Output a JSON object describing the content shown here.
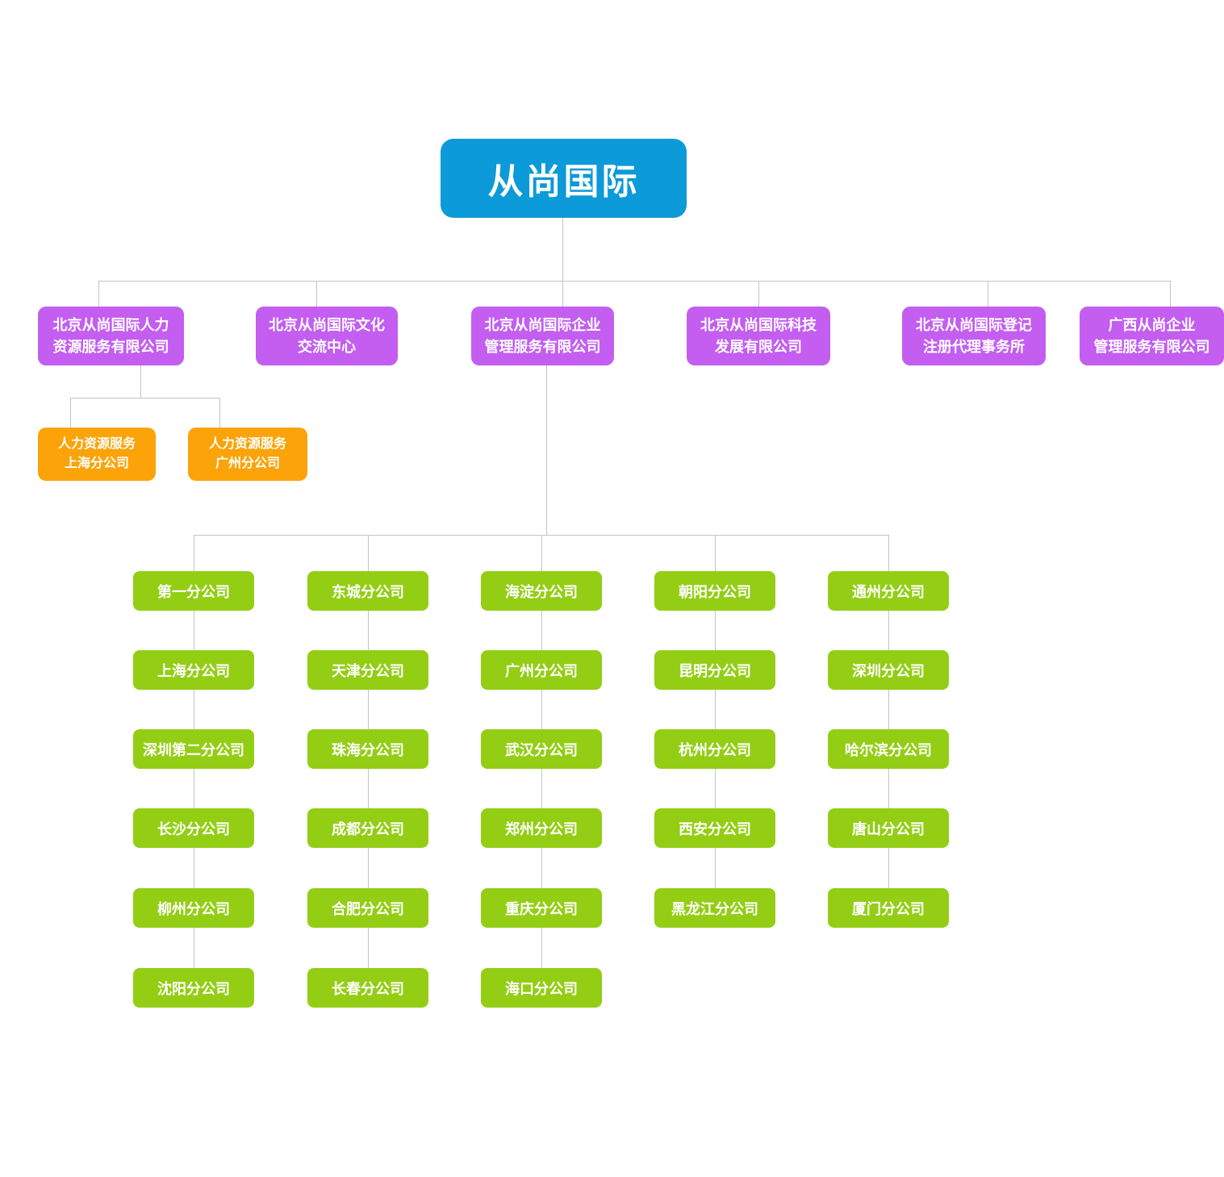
{
  "colors": {
    "root_bg": "#0c9ad8",
    "company_bg": "#c35ef0",
    "hr_branch_bg": "#fba308",
    "branch_bg": "#93ce14",
    "connector": "#c4c4c4",
    "node_text": "#ffffff",
    "canvas_bg": "#ffffff"
  },
  "org_chart": {
    "root": {
      "label": "从尚国际"
    },
    "companies": [
      "北京从尚国际人力\n资源服务有限公司",
      "北京从尚国际文化\n交流中心",
      "北京从尚国际企业\n管理服务有限公司",
      "北京从尚国际科技\n发展有限公司",
      "北京从尚国际登记\n注册代理事务所",
      "广西从尚企业\n管理服务有限公司"
    ],
    "hr_branches": [
      "人力资源服务\n上海分公司",
      "人力资源服务\n广州分公司"
    ],
    "branch_columns": [
      [
        "第一分公司",
        "上海分公司",
        "深圳第二分公司",
        "长沙分公司",
        "柳州分公司",
        "沈阳分公司"
      ],
      [
        "东城分公司",
        "天津分公司",
        "珠海分公司",
        "成都分公司",
        "合肥分公司",
        "长春分公司"
      ],
      [
        "海淀分公司",
        "广州分公司",
        "武汉分公司",
        "郑州分公司",
        "重庆分公司",
        "海口分公司"
      ],
      [
        "朝阳分公司",
        "昆明分公司",
        "杭州分公司",
        "西安分公司",
        "黑龙江分公司"
      ],
      [
        "通州分公司",
        "深圳分公司",
        "哈尔滨分公司",
        "唐山分公司",
        "厦门分公司"
      ]
    ]
  }
}
